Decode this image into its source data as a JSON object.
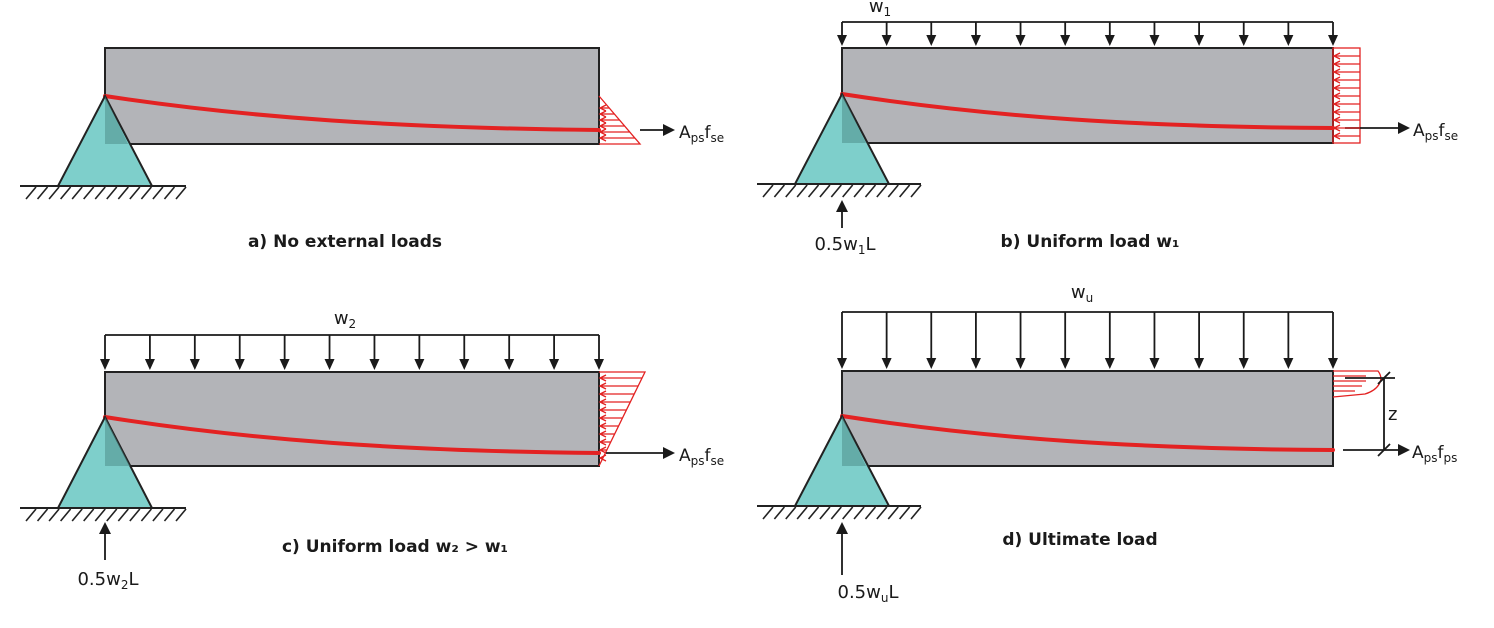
{
  "panels": [
    {
      "caption": "a) No external loads",
      "load_label": {
        "base": "",
        "sub": ""
      },
      "reaction_label": {
        "pre": "",
        "sub": "",
        "post": ""
      },
      "force_label": {
        "a": "A",
        "a_sub": "ps",
        "f": "f",
        "f_sub": "se"
      },
      "stress_block": "triangle"
    },
    {
      "caption": "b) Uniform load w₁",
      "load_label": {
        "base": "w",
        "sub": "1"
      },
      "reaction_label": {
        "pre": "0.5w",
        "sub": "1",
        "post": "L"
      },
      "force_label": {
        "a": "A",
        "a_sub": "ps",
        "f": "f",
        "f_sub": "se"
      },
      "stress_block": "rectangle"
    },
    {
      "caption": "c) Uniform load w₂ > w₁",
      "load_label": {
        "base": "w",
        "sub": "2"
      },
      "reaction_label": {
        "pre": "0.5w",
        "sub": "2",
        "post": "L"
      },
      "force_label": {
        "a": "A",
        "a_sub": "ps",
        "f": "f",
        "f_sub": "se"
      },
      "stress_block": "inverted-triangle"
    },
    {
      "caption": "d) Ultimate load",
      "load_label": {
        "base": "w",
        "sub": "u"
      },
      "reaction_label": {
        "pre": "0.5w",
        "sub": "u",
        "post": "L"
      },
      "force_label": {
        "a": "A",
        "a_sub": "ps",
        "f": "f",
        "f_sub": "ps"
      },
      "lever_arm_label": "z",
      "stress_block": "compression-zone"
    }
  ],
  "colors": {
    "beam": "#b3b4b8",
    "tendon": "#e32222",
    "support": "#7ecfcb",
    "stress": "#e32222",
    "line": "#1a1a1a"
  }
}
